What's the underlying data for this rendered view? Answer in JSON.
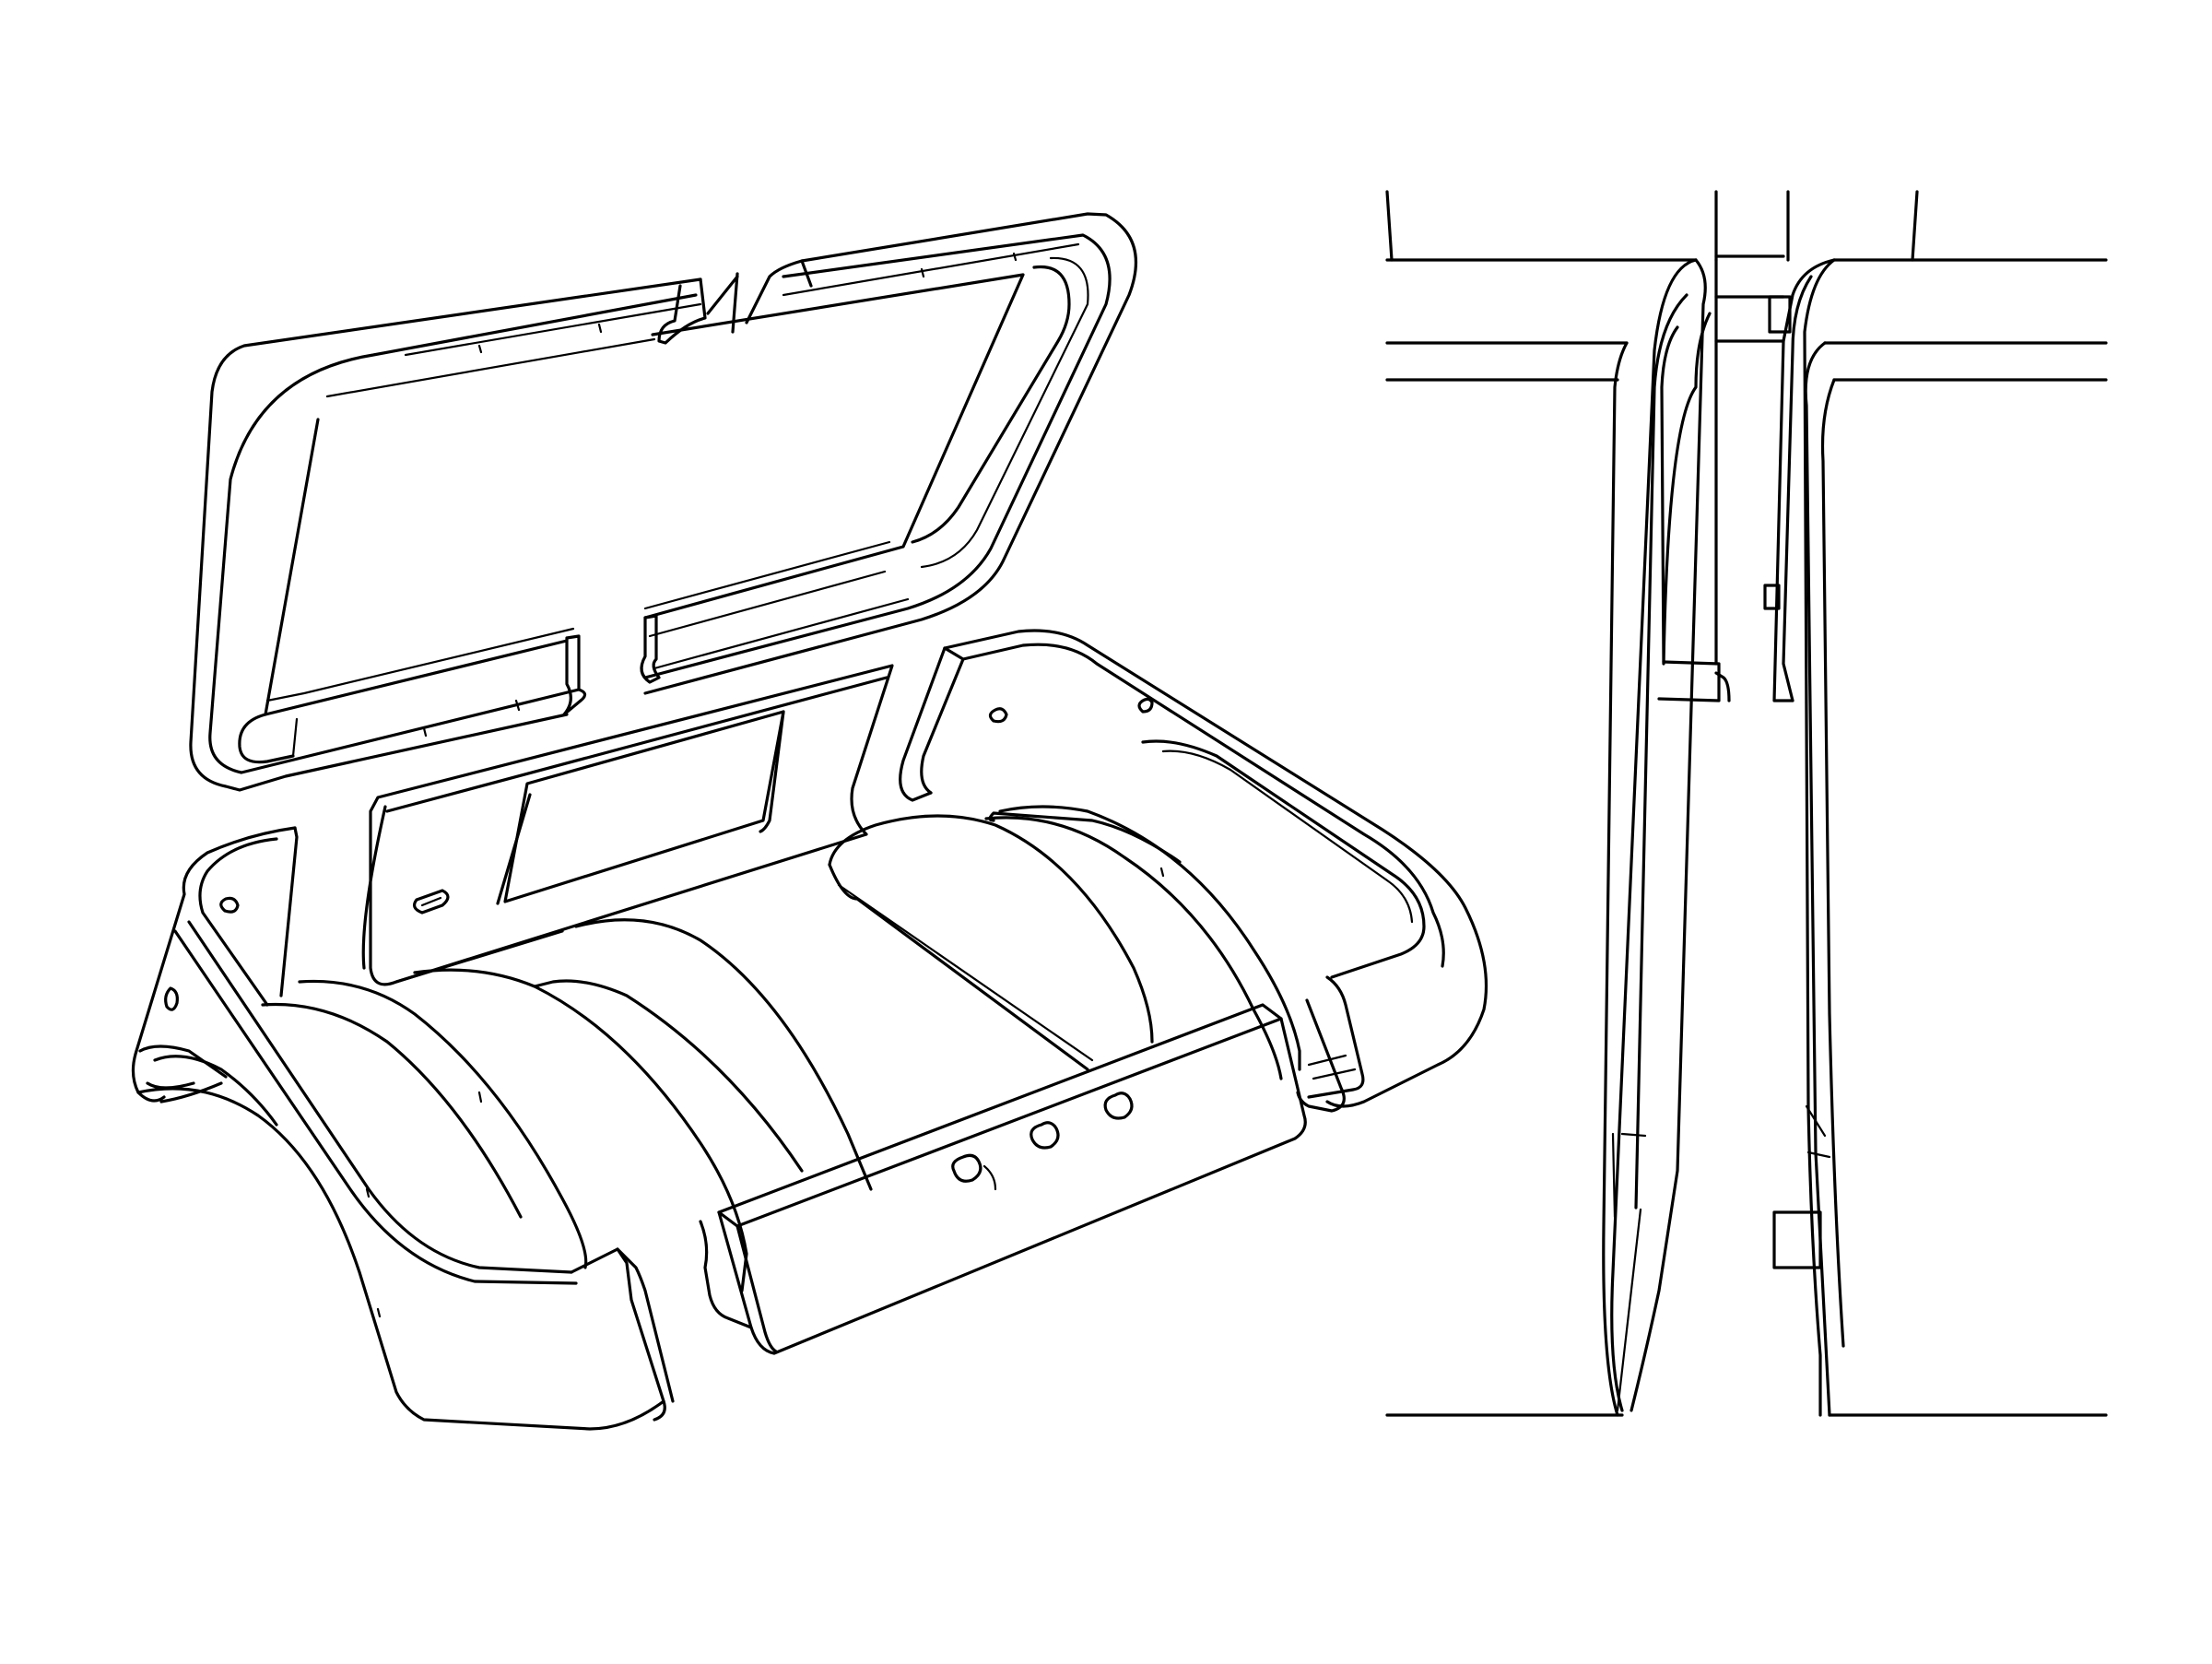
{
  "colors": {
    "background": "#ffffff",
    "line": "#000000"
  },
  "figures": [
    {
      "id": "exploded-isometric-view",
      "kind": "line-drawing"
    },
    {
      "id": "section-view",
      "kind": "line-drawing"
    }
  ]
}
